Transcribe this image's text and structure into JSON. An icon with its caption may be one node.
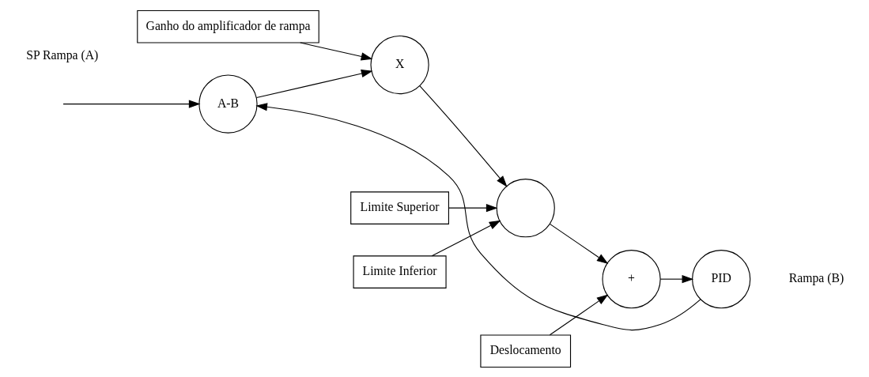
{
  "diagram": {
    "nodes": [
      {
        "text": [
          "Ganho do amplificador de rampa"
        ]
      },
      {
        "text": [
          "Limite Superior"
        ]
      },
      {
        "text": [
          "Deslocamento"
        ]
      },
      {
        "text": [
          "A-B"
        ]
      },
      {
        "text": [
          "X"
        ]
      },
      {
        "text": [],
        "shape": "circle"
      },
      {
        "text": [
          "+"
        ]
      },
      {
        "text": [
          "PID"
        ]
      },
      {
        "text": [
          "Limite Inferior"
        ]
      }
    ],
    "edges": [
      {
        "from": null,
        "to": 3,
        "arrow": "to"
      },
      {
        "from": 3,
        "to": 4,
        "arrow": "to"
      },
      {
        "from": 0,
        "to": 4,
        "arrow": "to"
      },
      {
        "from": 4,
        "to": 5,
        "arrow": "to"
      },
      {
        "from": 1,
        "to": 5,
        "arrow": "to"
      },
      {
        "from": 8,
        "to": 5,
        "arrow": "to"
      },
      {
        "from": 5,
        "to": 6,
        "arrow": "to"
      },
      {
        "from": 2,
        "to": 6,
        "arrow": "to"
      },
      {
        "from": 6,
        "to": 7,
        "arrow": "to"
      },
      {
        "from": 7,
        "to": 3,
        "arrow": "to"
      }
    ],
    "labels": [
      "SP Rampa (A)",
      "Rampa (B)"
    ]
  }
}
